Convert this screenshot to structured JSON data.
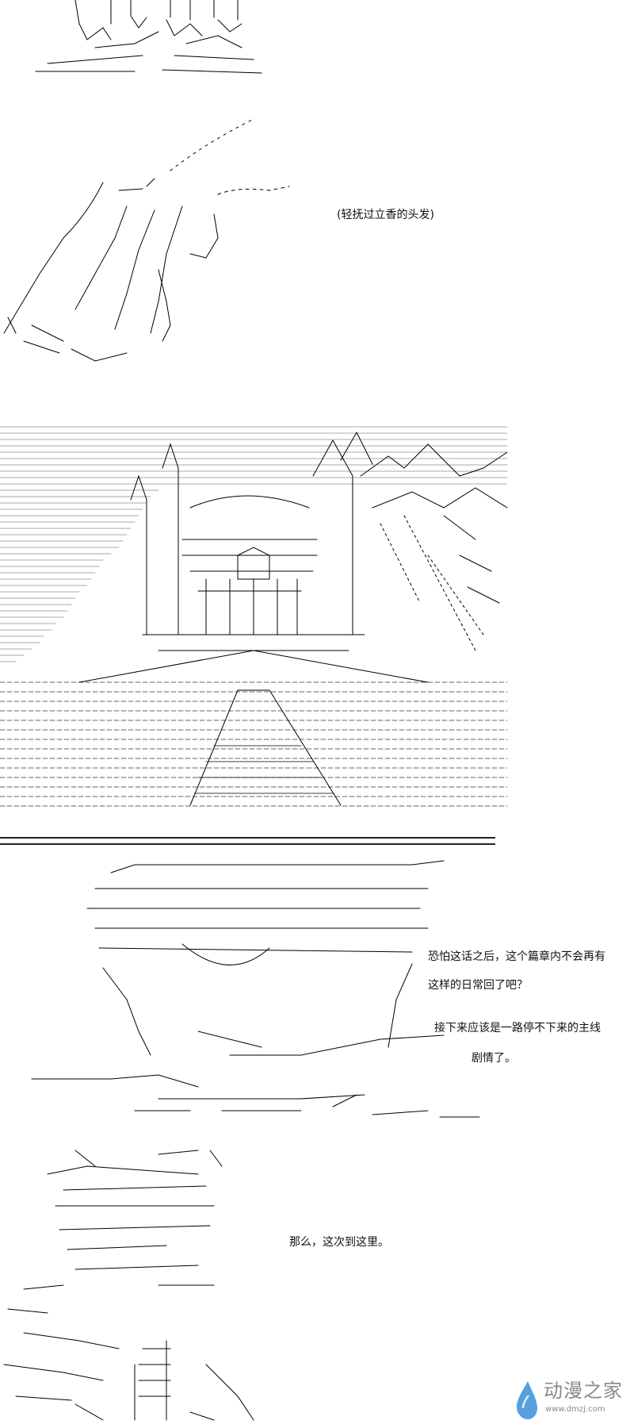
{
  "captions": {
    "stroke_head": "(轻抚过立香的头发)",
    "afraid_line1": "恐怕这话之后，这个篇章内不会再有",
    "afraid_line2": "这样的日常回了吧？",
    "next_line1": "接下来应该是一路停不下来的主线",
    "next_line2": "剧情了。",
    "ending": "那么，这次到这里。"
  },
  "watermark": {
    "site_name": "动漫之家",
    "url": "www.dmzj.com",
    "icon": "water-drop-icon"
  },
  "colors": {
    "background": "#ffffff",
    "ink": "#000000",
    "watermark": "#8a8a8a",
    "drop_blue": "#3a8fd8"
  }
}
